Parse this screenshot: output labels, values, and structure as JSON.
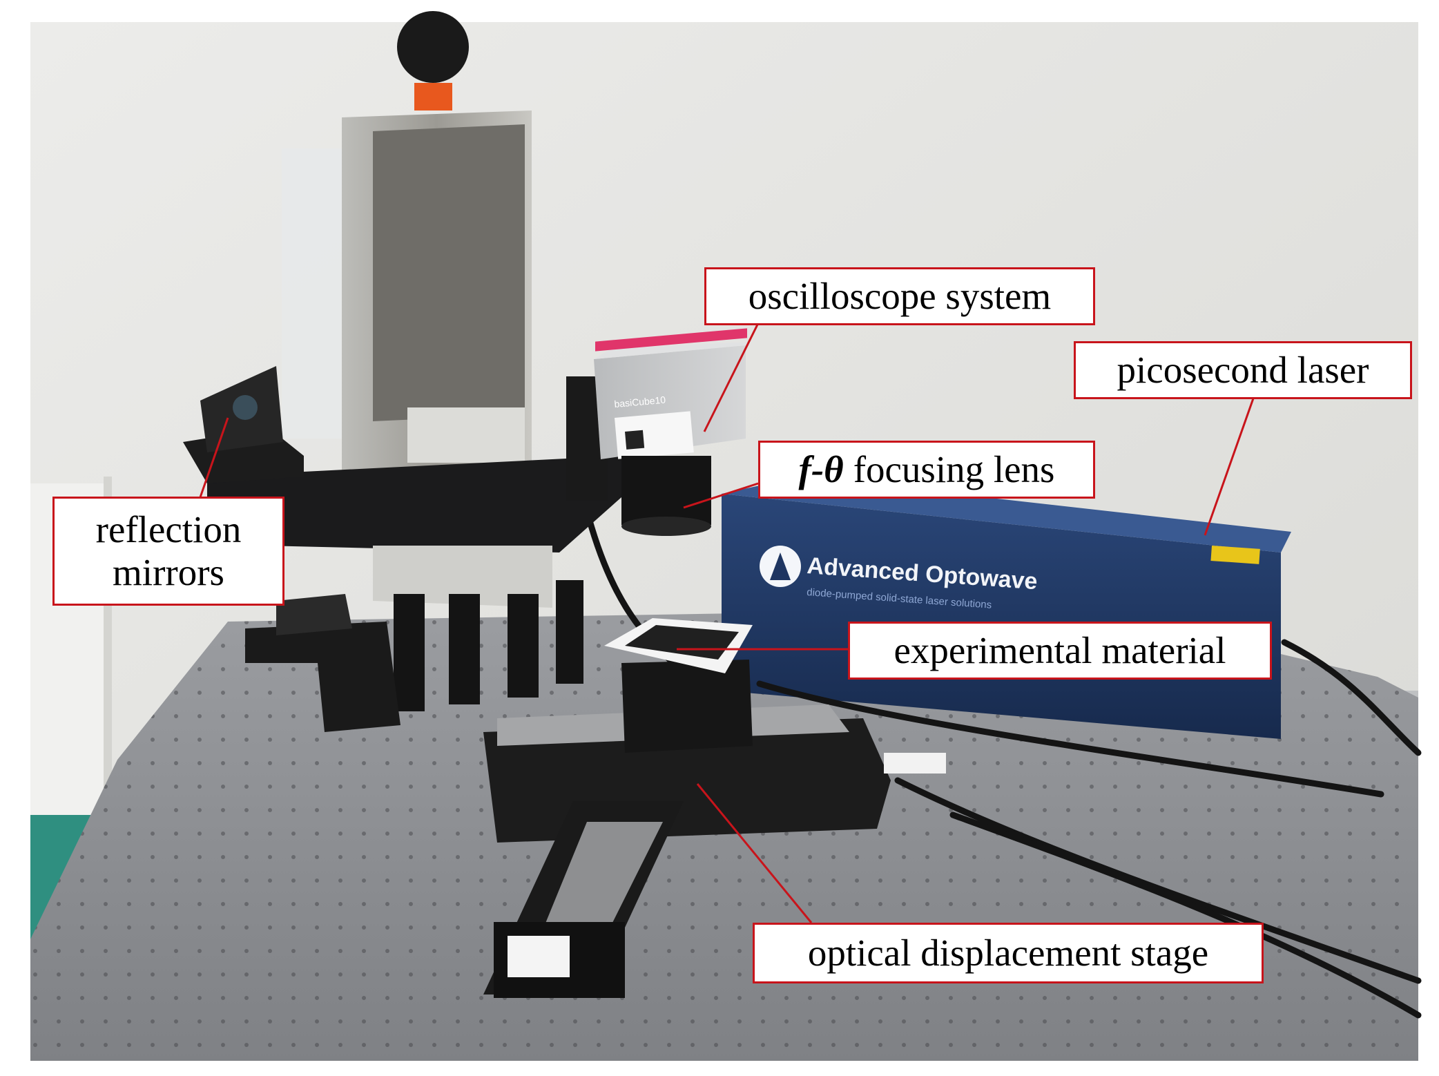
{
  "photo": {
    "brand_logo_text": "Advanced Optowave",
    "brand_tagline": "diode-pumped solid-state laser solutions",
    "scanner_label": "basiCube10"
  },
  "callouts": {
    "oscilloscope": "oscilloscope system",
    "picosecond": "picosecond laser",
    "lens_symbol": "f-θ",
    "lens_text": "focusing lens",
    "mirrors_line1": "reflection",
    "mirrors_line2": "mirrors",
    "material": "experimental material",
    "stage": "optical displacement stage"
  },
  "colors": {
    "callout_border": "#c8141b",
    "leader_line": "#c8141b",
    "laser_body": "#1e3561",
    "table_top": "#8f9196",
    "wall": "#e4e4e0"
  }
}
